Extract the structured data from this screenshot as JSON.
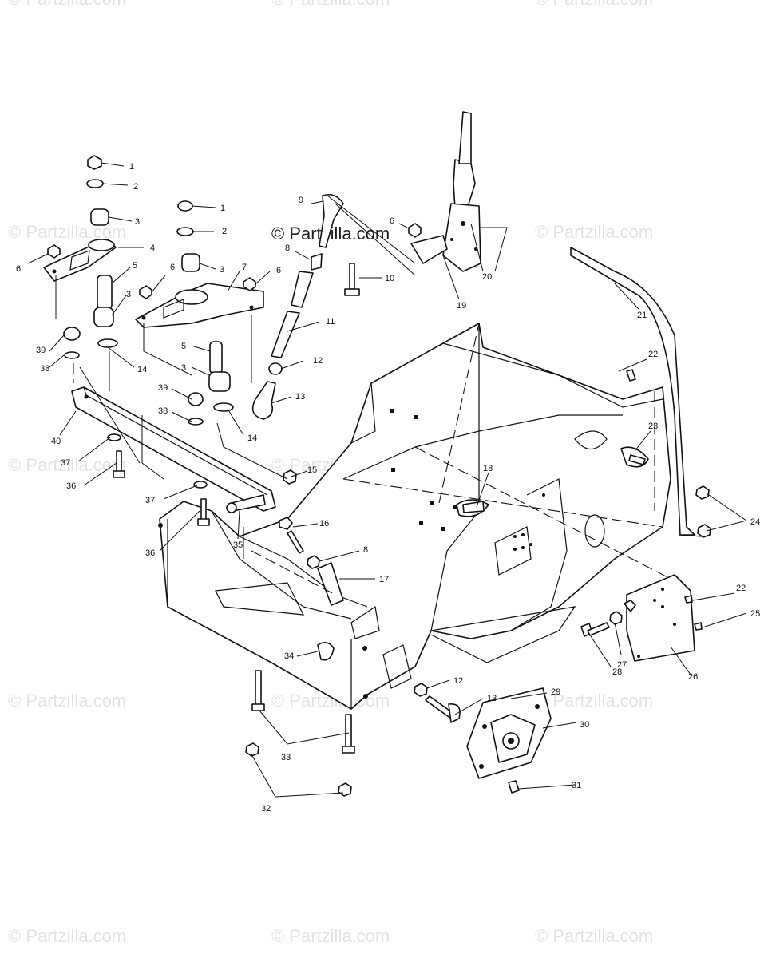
{
  "copyright": "© Partzilla.com",
  "watermark": "© Partzilla.com",
  "labels": {
    "n1": "1",
    "n2": "2",
    "n3": "3",
    "n4": "4",
    "n5": "5",
    "n6": "6",
    "n7": "7",
    "n8": "8",
    "n9": "9",
    "n10": "10",
    "n11": "11",
    "n12": "12",
    "n13": "13",
    "n14": "14",
    "n15": "15",
    "n16": "16",
    "n17": "17",
    "n18": "18",
    "n19": "19",
    "n20": "20",
    "n21": "21",
    "n22": "22",
    "n23": "23",
    "n24": "24",
    "n25": "25",
    "n26": "26",
    "n27": "27",
    "n28": "28",
    "n29": "29",
    "n30": "30",
    "n31": "31",
    "n32": "32",
    "n33": "33",
    "n34": "34",
    "n35": "35",
    "n36": "36",
    "n37": "37",
    "n38": "38",
    "n39": "39",
    "n40": "40"
  }
}
